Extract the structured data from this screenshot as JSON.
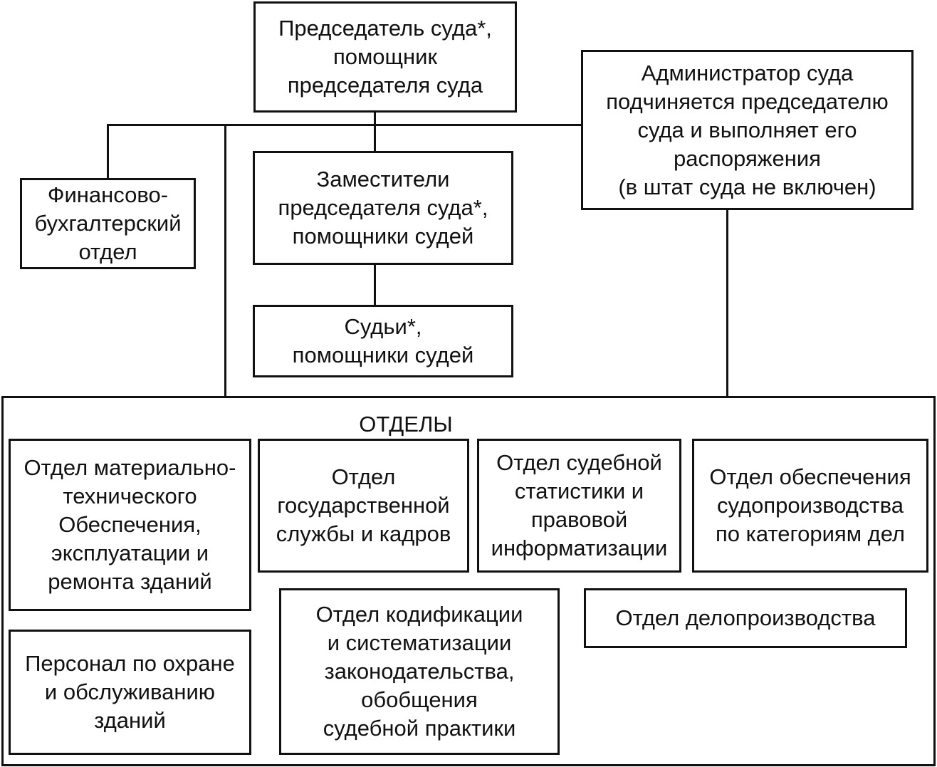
{
  "nodes": {
    "chairman": "Председатель суда*,\nпомощник\nпредседателя суда",
    "administrator": "Администратор суда\nподчиняется председателю\nсуда и выполняет его\nраспоряжения\n(в штат суда не включен)",
    "finance": "Финансово-\nбухгалтерский\nотдел",
    "deputies": "Заместители\nпредседателя суда*,\nпомощники судей",
    "judges": "Судьи*,\nпомощники судей"
  },
  "departments": {
    "title": "ОТДЕЛЫ",
    "material": "Отдел материально-\nтехнического\nОбеспечения,\nэксплуатации и\nремонта зданий",
    "civil_service": "Отдел\nгосударственной\nслужбы и кадров",
    "statistics": "Отдел судебной\nстатистики и\nправовой\nинформатизации",
    "proceedings": "Отдел обеспечения\nсудопроизводства\nпо категориям дел",
    "security": "Персонал по охране\nи обслуживанию\nзданий",
    "codification": "Отдел кодификации\nи систематизации\nзаконодательства,\nобобщения\nсудебной практики",
    "records": "Отдел делопроизводства"
  }
}
